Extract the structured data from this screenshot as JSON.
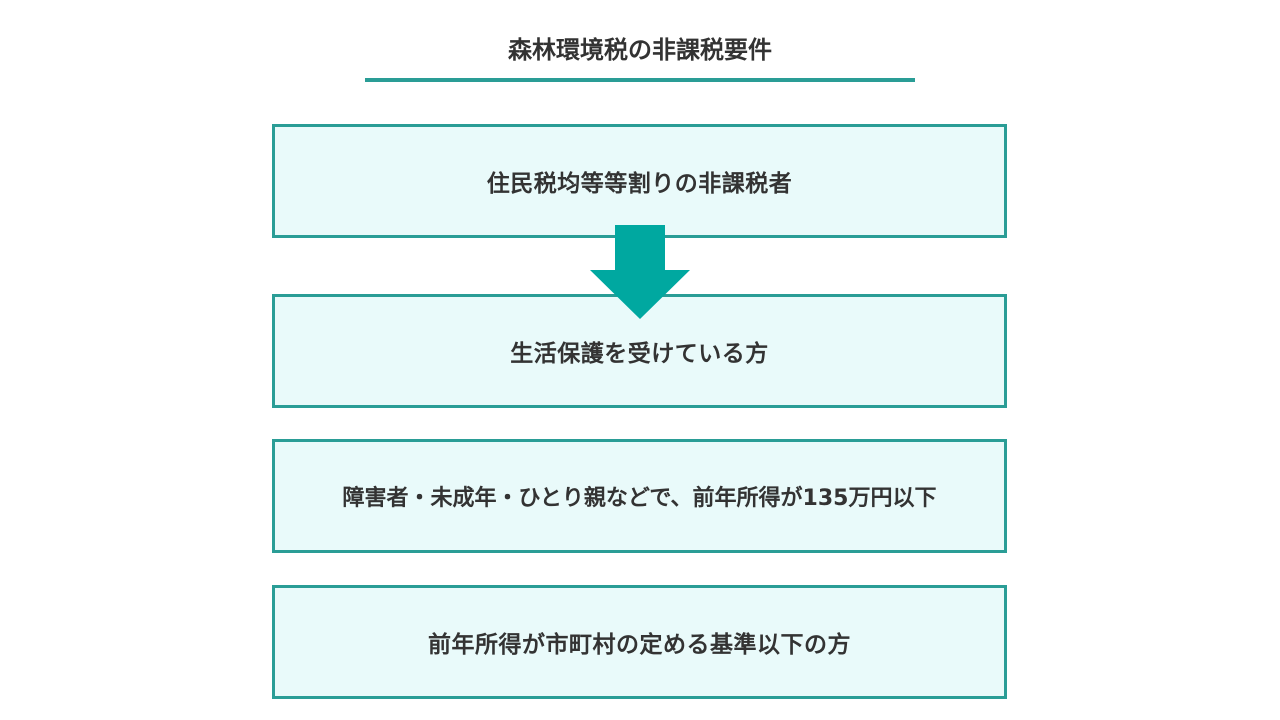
{
  "title": "森林環境税の非課税要件",
  "colors": {
    "accent": "#2a9d96",
    "arrow": "#00a8a0",
    "box_fill": "#e9fafa",
    "text": "#333333"
  },
  "boxes": [
    {
      "label": "住民税均等等割りの非課税者"
    },
    {
      "label": "生活保護を受けている方"
    },
    {
      "label": "障害者・未成年・ひとり親などで、前年所得が135万円以下"
    },
    {
      "label": "前年所得が市町村の定める基準以下の方"
    }
  ],
  "arrow_icon": "arrow-down-icon"
}
